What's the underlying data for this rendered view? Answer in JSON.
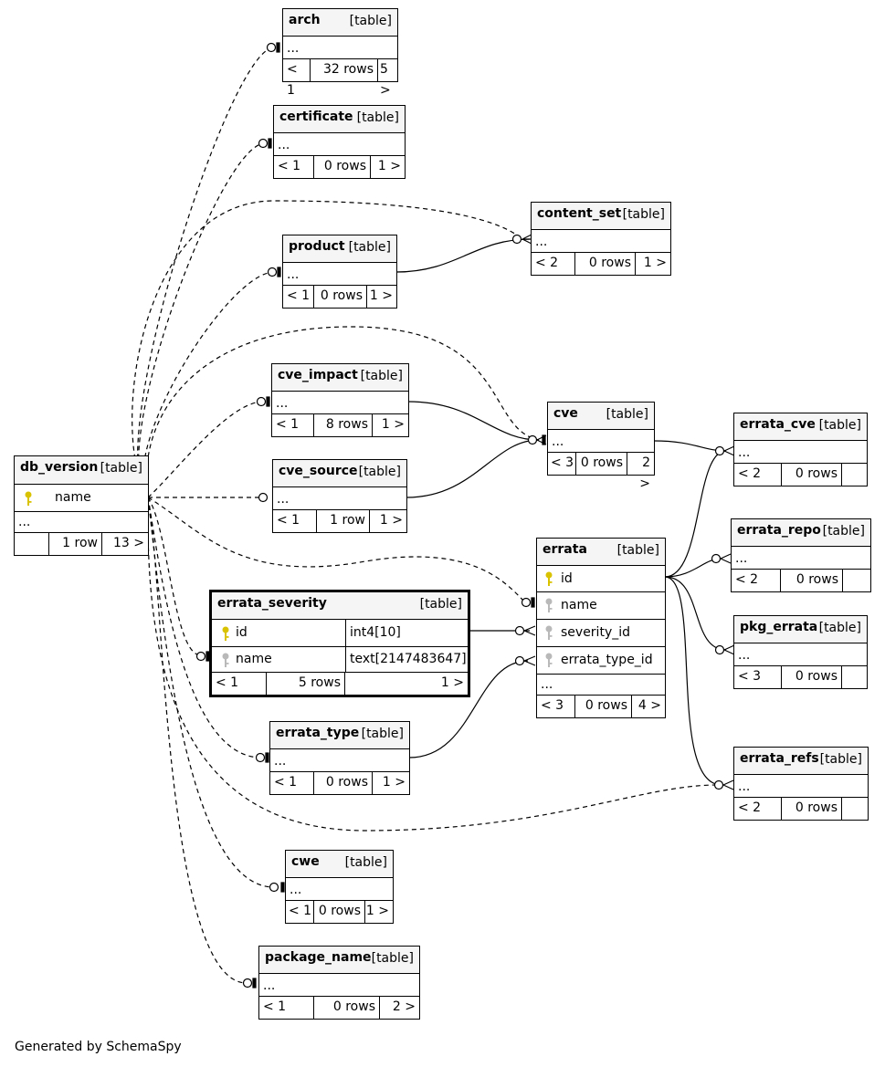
{
  "diagram": {
    "footer_text": "Generated by SchemaSpy",
    "colors": {
      "primary_key": "#d9c200",
      "foreign_key": "#b9b9b9",
      "header_bg": "#f5f5f5"
    },
    "tables": {
      "arch": {
        "name": "arch",
        "kind": "[table]",
        "ellipsis": "...",
        "parents": "< 1",
        "rows": "32 rows",
        "children": "5 >"
      },
      "certificate": {
        "name": "certificate",
        "kind": "[table]",
        "ellipsis": "...",
        "parents": "< 1",
        "rows": "0 rows",
        "children": "1 >"
      },
      "content_set": {
        "name": "content_set",
        "kind": "[table]",
        "ellipsis": "...",
        "parents": "< 2",
        "rows": "0 rows",
        "children": "1 >"
      },
      "product": {
        "name": "product",
        "kind": "[table]",
        "ellipsis": "...",
        "parents": "< 1",
        "rows": "0 rows",
        "children": "1 >"
      },
      "cve_impact": {
        "name": "cve_impact",
        "kind": "[table]",
        "ellipsis": "...",
        "parents": "< 1",
        "rows": "8 rows",
        "children": "1 >"
      },
      "cve": {
        "name": "cve",
        "kind": "[table]",
        "ellipsis": "...",
        "parents": "< 3",
        "rows": "0 rows",
        "children": "2 >"
      },
      "errata_cve": {
        "name": "errata_cve",
        "kind": "[table]",
        "ellipsis": "...",
        "parents": "< 2",
        "rows": "0 rows",
        "children": ""
      },
      "db_version": {
        "name": "db_version",
        "kind": "[table]",
        "column": "name",
        "ellipsis": "...",
        "parents": "",
        "rows": "1 row",
        "children": "13 >"
      },
      "cve_source": {
        "name": "cve_source",
        "kind": "[table]",
        "ellipsis": "...",
        "parents": "< 1",
        "rows": "1 row",
        "children": "1 >"
      },
      "errata_repo": {
        "name": "errata_repo",
        "kind": "[table]",
        "ellipsis": "...",
        "parents": "< 2",
        "rows": "0 rows",
        "children": ""
      },
      "errata": {
        "name": "errata",
        "kind": "[table]",
        "columns": [
          "id",
          "name",
          "severity_id",
          "errata_type_id"
        ],
        "ellipsis": "...",
        "parents": "< 3",
        "rows": "0 rows",
        "children": "4 >"
      },
      "errata_severity": {
        "name": "errata_severity",
        "kind": "[table]",
        "columns": [
          {
            "name": "id",
            "type": "int4[10]"
          },
          {
            "name": "name",
            "type": "text[2147483647]"
          }
        ],
        "parents": "< 1",
        "rows": "5 rows",
        "children": "1 >"
      },
      "pkg_errata": {
        "name": "pkg_errata",
        "kind": "[table]",
        "ellipsis": "...",
        "parents": "< 3",
        "rows": "0 rows",
        "children": ""
      },
      "errata_type": {
        "name": "errata_type",
        "kind": "[table]",
        "ellipsis": "...",
        "parents": "< 1",
        "rows": "0 rows",
        "children": "1 >"
      },
      "errata_refs": {
        "name": "errata_refs",
        "kind": "[table]",
        "ellipsis": "...",
        "parents": "< 2",
        "rows": "0 rows",
        "children": ""
      },
      "cwe": {
        "name": "cwe",
        "kind": "[table]",
        "ellipsis": "...",
        "parents": "< 1",
        "rows": "0 rows",
        "children": "1 >"
      },
      "package_name": {
        "name": "package_name",
        "kind": "[table]",
        "ellipsis": "...",
        "parents": "< 1",
        "rows": "0 rows",
        "children": "2 >"
      }
    }
  }
}
